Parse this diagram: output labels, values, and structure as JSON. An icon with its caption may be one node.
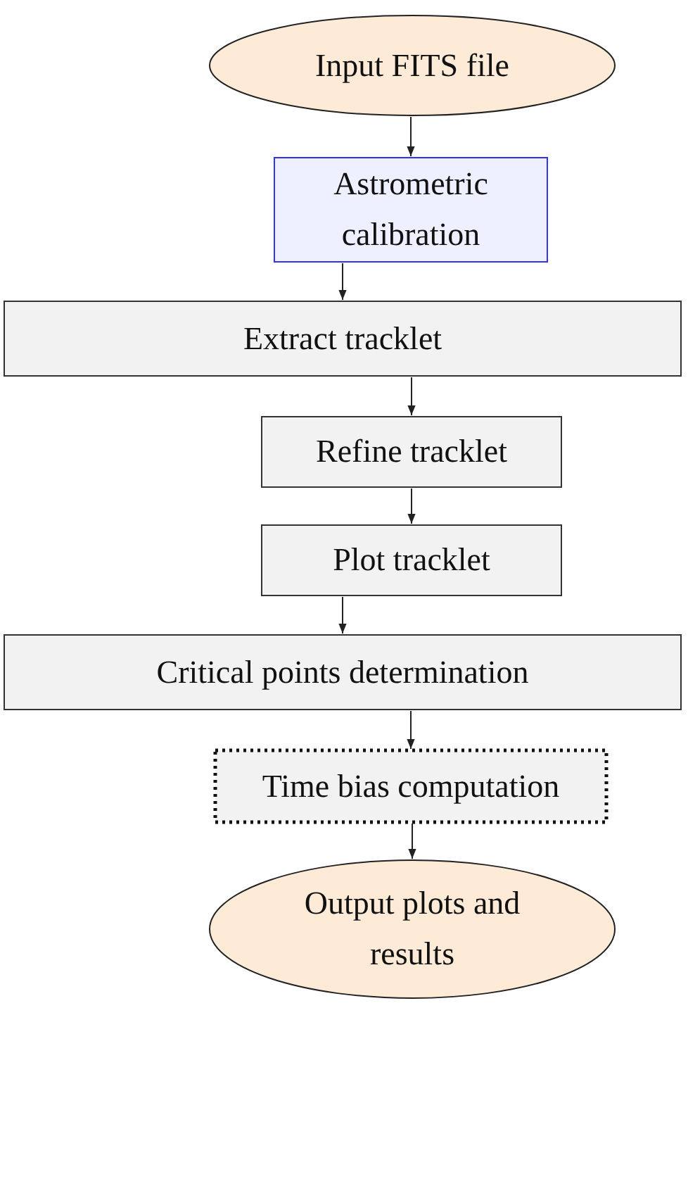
{
  "diagram": {
    "nodes": [
      {
        "text": [
          "Input FITS file"
        ]
      },
      {
        "text": [
          "Astrometric calibration"
        ]
      },
      {
        "text": [
          "Extract tracklet"
        ]
      },
      {
        "text": [
          "Refine tracklet"
        ]
      },
      {
        "text": [
          "Plot tracklet"
        ]
      },
      {
        "text": [
          "Critical points determination"
        ]
      },
      {
        "text": [
          "Time bias computation"
        ]
      },
      {
        "text": [
          "Output plots and results"
        ]
      }
    ],
    "edges": [
      {
        "from": 0,
        "to": 1,
        "arrow": "to"
      },
      {
        "from": 1,
        "to": 2,
        "arrow": "to"
      },
      {
        "from": 2,
        "to": 3,
        "arrow": "to"
      },
      {
        "from": 3,
        "to": 4,
        "arrow": "to"
      },
      {
        "from": 4,
        "to": 5,
        "arrow": "to"
      },
      {
        "from": 5,
        "to": 6,
        "arrow": "to"
      },
      {
        "from": 6,
        "to": 7,
        "arrow": "to"
      }
    ]
  }
}
